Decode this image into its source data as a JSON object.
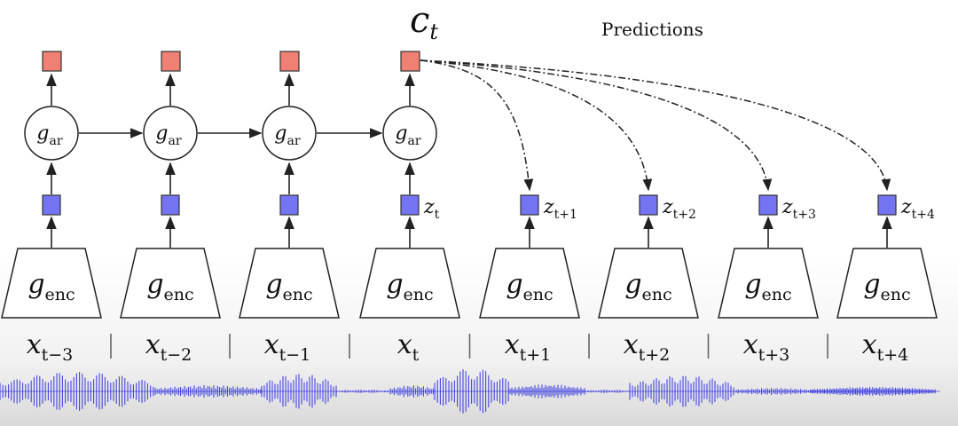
{
  "title": {
    "main": "c",
    "sub": "t"
  },
  "predictions_label": "Predictions",
  "recurrent": {
    "main": "g",
    "sub": "ar",
    "columns": [
      0,
      1,
      2,
      3
    ],
    "icon": "circle-node"
  },
  "context_vectors": {
    "icon": "red-square",
    "color": "#f08073"
  },
  "latent_vectors": {
    "icon": "blue-square",
    "color": "#7474f2"
  },
  "encoder": {
    "main": "g",
    "sub": "enc",
    "icon": "trapezoid-block"
  },
  "z_labels": [
    {
      "main": "z",
      "sub": "t"
    },
    {
      "main": "z",
      "sub": "t+1"
    },
    {
      "main": "z",
      "sub": "t+2"
    },
    {
      "main": "z",
      "sub": "t+3"
    },
    {
      "main": "z",
      "sub": "t+4"
    }
  ],
  "x_labels": [
    {
      "main": "x",
      "sub": "t−3"
    },
    {
      "main": "x",
      "sub": "t−2"
    },
    {
      "main": "x",
      "sub": "t−1"
    },
    {
      "main": "x",
      "sub": "t"
    },
    {
      "main": "x",
      "sub": "t+1"
    },
    {
      "main": "x",
      "sub": "t+2"
    },
    {
      "main": "x",
      "sub": "t+3"
    },
    {
      "main": "x",
      "sub": "t+4"
    }
  ],
  "waveform_color": "#2a2ae0"
}
